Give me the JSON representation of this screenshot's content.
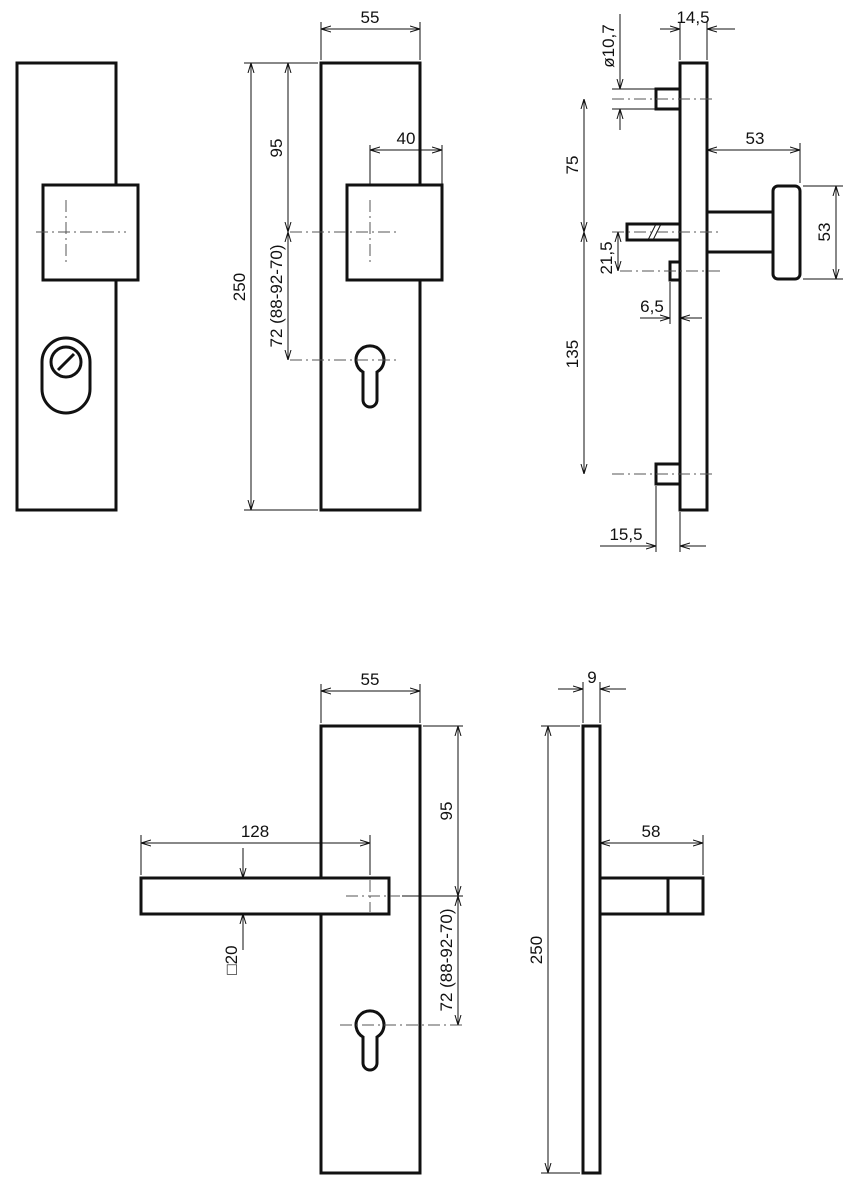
{
  "views": {
    "security_front": {},
    "handle_side": {},
    "side_section": {},
    "lever_front": {},
    "lever_side": {}
  },
  "dimensions": {
    "plate_width_top": "55",
    "knob_width": "40",
    "knob_height_offset": "95",
    "plate_height": "250",
    "backset_top": "72 (88-92-70)",
    "plate_thickness": "14,5",
    "pin_diameter": "ø10,7",
    "pin_spacing_top": "75",
    "knob_projection": "53",
    "knob_diameter": "53",
    "spindle_offset": "21,5",
    "small_pin": "6,5",
    "pin_spacing_bottom": "135",
    "bottom_pin": "15,5",
    "plate_width_bottom": "55",
    "lever_length": "128",
    "lever_square": "□20",
    "lever_height_offset": "95",
    "backset_bottom": "72 (88-92-70)",
    "side_thickness": "9",
    "side_height": "250",
    "lever_projection": "58"
  }
}
